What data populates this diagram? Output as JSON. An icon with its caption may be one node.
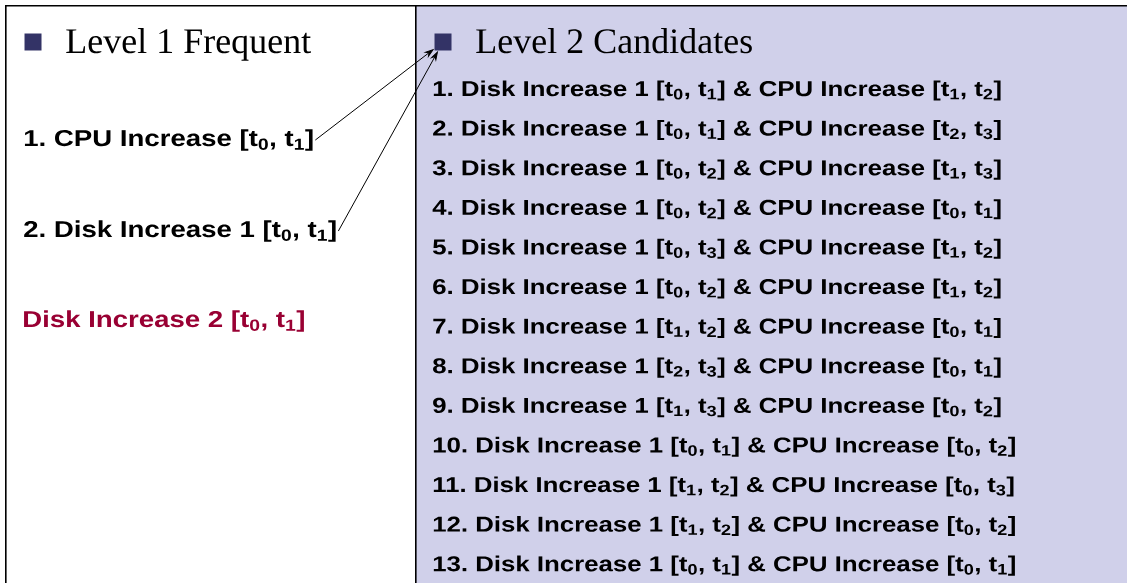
{
  "diagram": {
    "nodes": [
      {
        "text": [
          "Level 1 Frequent"
        ]
      },
      {
        "text": [],
        "shape": "box",
        "in": 0
      },
      {
        "text": [
          "1. CPU Increase [t$_{0}$, t$_{1}$]"
        ],
        "in": 0
      },
      {
        "text": [
          "2. Disk Increase 1 [t$_{0}$, t$_{1}$]"
        ],
        "in": 0
      },
      {
        "text": [
          "Level 2 Candidates"
        ]
      },
      {
        "text": [],
        "shape": "box",
        "in": 4
      }
    ],
    "edges": [
      {
        "from": 2,
        "to": 5,
        "arrow": "to"
      },
      {
        "from": 3,
        "to": 5,
        "arrow": "to"
      }
    ],
    "labels": [
      "Disk Increase 2 [t$_{0}$, t$_{1}$]",
      "1. Disk Increase 1 [t$_{0}$, t$_{1}$] & CPU Increase [t$_{1}$, t$_{2}$]",
      "2. Disk Increase 1 [t$_{0}$, t$_{1}$] & CPU Increase [t$_{2}$, t$_{3}$]",
      "3. Disk Increase 1 [t$_{0}$, t$_{2}$] & CPU Increase [t$_{1}$, t$_{3}$]",
      "4. Disk Increase 1 [t$_{0}$, t$_{2}$] & CPU Increase [t$_{0}$, t$_{1}$]",
      "5. Disk Increase 1 [t$_{0}$, t$_{3}$] & CPU Increase [t$_{1}$, t$_{2}$]",
      "6. Disk Increase 1 [t$_{0}$, t$_{2}$] & CPU Increase [t$_{1}$, t$_{2}$]",
      "7. Disk Increase 1 [t$_{1}$, t$_{2}$] & CPU Increase [t$_{0}$, t$_{1}$]",
      "8. Disk Increase 1 [t$_{2}$, t$_{3}$] & CPU Increase [t$_{0}$, t$_{1}$]",
      "9. Disk Increase 1 [t$_{1}$, t$_{3}$] & CPU Increase [t$_{0}$, t$_{2}$]",
      "10. Disk Increase 1 [t$_{0}$, t$_{1}$] & CPU Increase [t$_{0}$, t$_{2}$]",
      "11. Disk Increase 1 [t$_{1}$, t$_{2}$] & CPU Increase [t$_{0}$, t$_{3}$]",
      "12. Disk Increase 1 [t$_{1}$, t$_{2}$] & CPU Increase [t$_{0}$, t$_{2}$]",
      "13. Disk Increase 1 [t$_{0}$, t$_{1}$] & CPU Increase [t$_{0}$, t$_{1}$]"
    ]
  }
}
